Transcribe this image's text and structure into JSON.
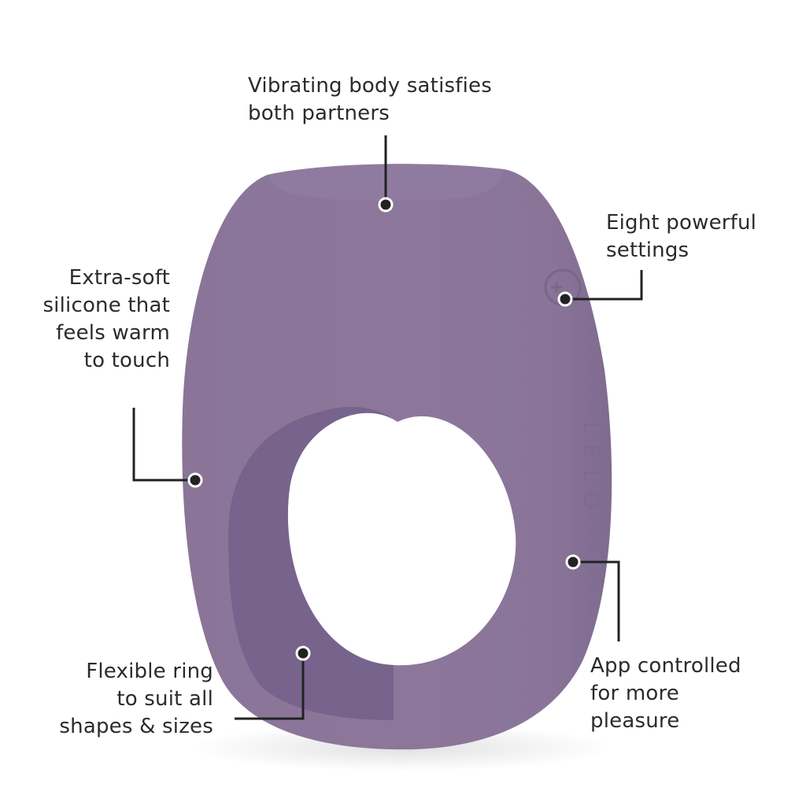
{
  "colors": {
    "body": "#8a7599",
    "body_light": "#9280a1",
    "inner_wall": "#6f5c80",
    "line": "#222222",
    "text": "#2b2b2b"
  },
  "product": {
    "logo_text": "LELO"
  },
  "callouts": {
    "top": {
      "lines": [
        "Vibrating body satisfies",
        "both partners"
      ]
    },
    "settings": {
      "lines": [
        "Eight powerful",
        "settings"
      ]
    },
    "silicone": {
      "lines": [
        "Extra-soft",
        "silicone that",
        "feels warm",
        "to touch"
      ]
    },
    "ring": {
      "lines": [
        "Flexible ring",
        "to suit all",
        "shapes & sizes"
      ]
    },
    "app": {
      "lines": [
        "App controlled",
        "for more",
        "pleasure"
      ]
    }
  }
}
